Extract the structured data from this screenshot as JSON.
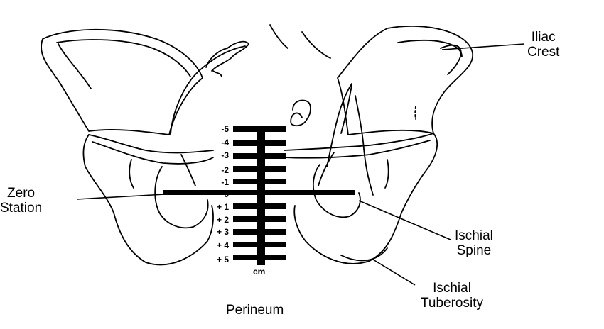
{
  "labels": {
    "iliac_crest": [
      "Iliac",
      "Crest"
    ],
    "zero_station": [
      "Zero",
      "Station"
    ],
    "ischial_spine": [
      "Ischial",
      "Spine"
    ],
    "ischial_tuberosity": [
      "Ischial",
      "Tuberosity"
    ],
    "perineum": "Perineum"
  },
  "scale": {
    "stations": [
      "-5",
      "-4",
      "-3",
      "-2",
      "-1",
      "0",
      "+ 1",
      "+ 2",
      "+ 3",
      "+ 4",
      "+ 5"
    ],
    "unit": "cm"
  },
  "colors": {
    "ink": "#000000",
    "background": "#ffffff"
  }
}
